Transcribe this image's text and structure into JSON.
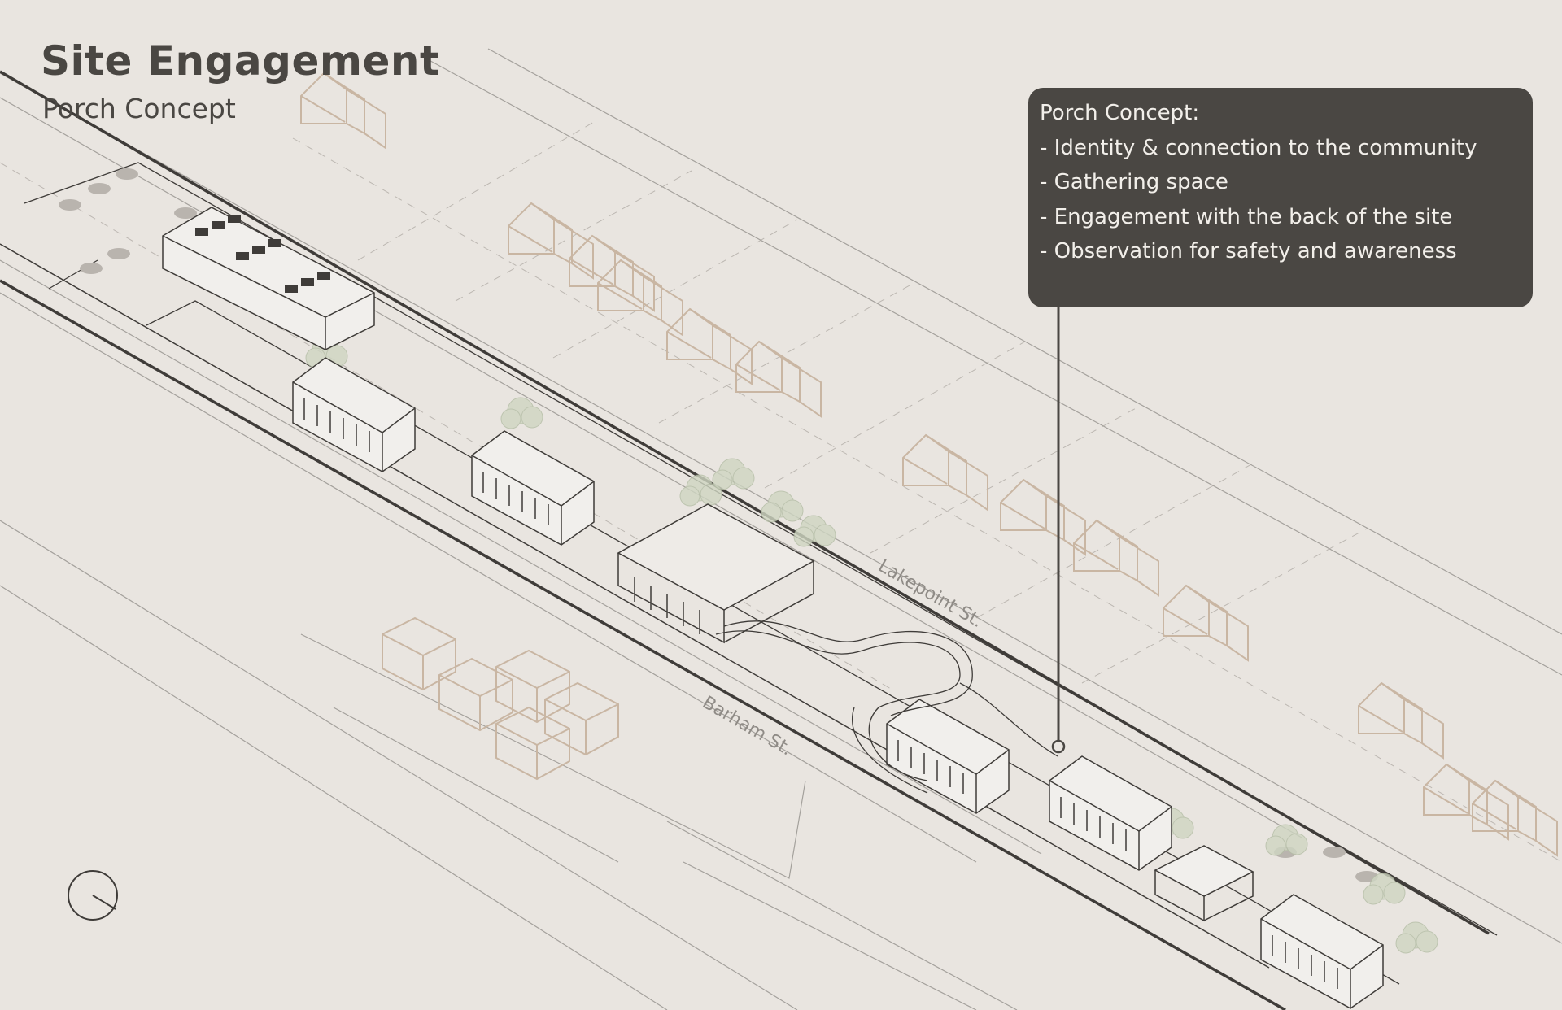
{
  "header": {
    "title": "Site Engagement",
    "subtitle": "Porch Concept"
  },
  "callout": {
    "heading": "Porch Concept:",
    "items": [
      "- Identity & connection to the community",
      "- Gathering space",
      "- Engagement with the back of the site",
      "- Observation for safety and awareness"
    ]
  },
  "streets": {
    "lakepoint": "Lakepoint St.",
    "barham": "Barham St."
  },
  "colors": {
    "background": "#e9e5e0",
    "callout_bg": "#4a4743",
    "callout_text": "#f2efea",
    "context_house_outline": "#c9b6a3",
    "site_line": "#3f3c39",
    "vegetation": "#bfc9b0"
  },
  "icons": {
    "compass": "north-arrow-icon"
  }
}
